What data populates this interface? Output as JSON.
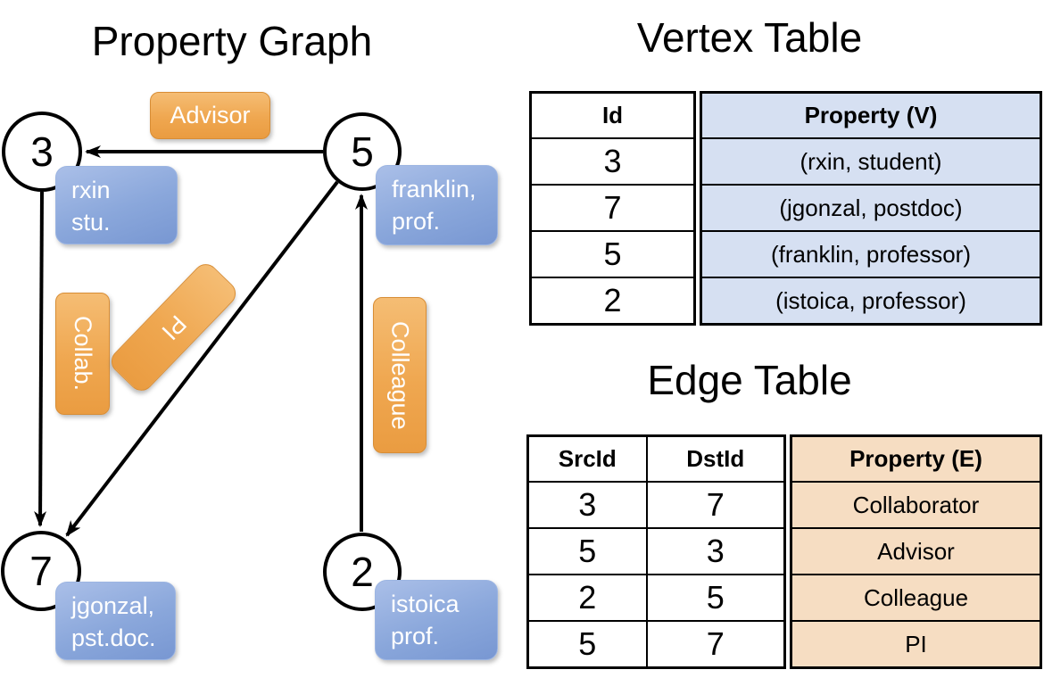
{
  "graph": {
    "title": "Property Graph",
    "nodes": [
      {
        "id": "3",
        "label_lines": [
          "rxin",
          "stu."
        ]
      },
      {
        "id": "5",
        "label_lines": [
          "franklin,",
          "prof."
        ]
      },
      {
        "id": "7",
        "label_lines": [
          "jgonzal,",
          "pst.doc."
        ]
      },
      {
        "id": "2",
        "label_lines": [
          "istoica",
          "prof."
        ]
      }
    ],
    "edges": [
      {
        "from": "5",
        "to": "3",
        "label": "Advisor"
      },
      {
        "from": "3",
        "to": "7",
        "label": "Collab."
      },
      {
        "from": "5",
        "to": "7",
        "label": "PI"
      },
      {
        "from": "2",
        "to": "5",
        "label": "Colleague"
      }
    ]
  },
  "vertex_table": {
    "title": "Vertex Table",
    "columns": [
      "Id",
      "Property (V)"
    ],
    "rows": [
      [
        "3",
        "(rxin, student)"
      ],
      [
        "7",
        "(jgonzal, postdoc)"
      ],
      [
        "5",
        "(franklin, professor)"
      ],
      [
        "2",
        "(istoica, professor)"
      ]
    ]
  },
  "edge_table": {
    "title": "Edge Table",
    "columns": [
      "SrcId",
      "DstId",
      "Property (E)"
    ],
    "rows": [
      [
        "3",
        "7",
        "Collaborator"
      ],
      [
        "5",
        "3",
        "Advisor"
      ],
      [
        "2",
        "5",
        "Colleague"
      ],
      [
        "5",
        "7",
        "PI"
      ]
    ]
  },
  "colors": {
    "edge_label_orange": "#efa750",
    "vertex_label_blue": "#8aa7db",
    "vertex_table_property_bg": "#d6e0f2",
    "edge_table_property_bg": "#f6ddc2",
    "line_black": "#000000"
  }
}
